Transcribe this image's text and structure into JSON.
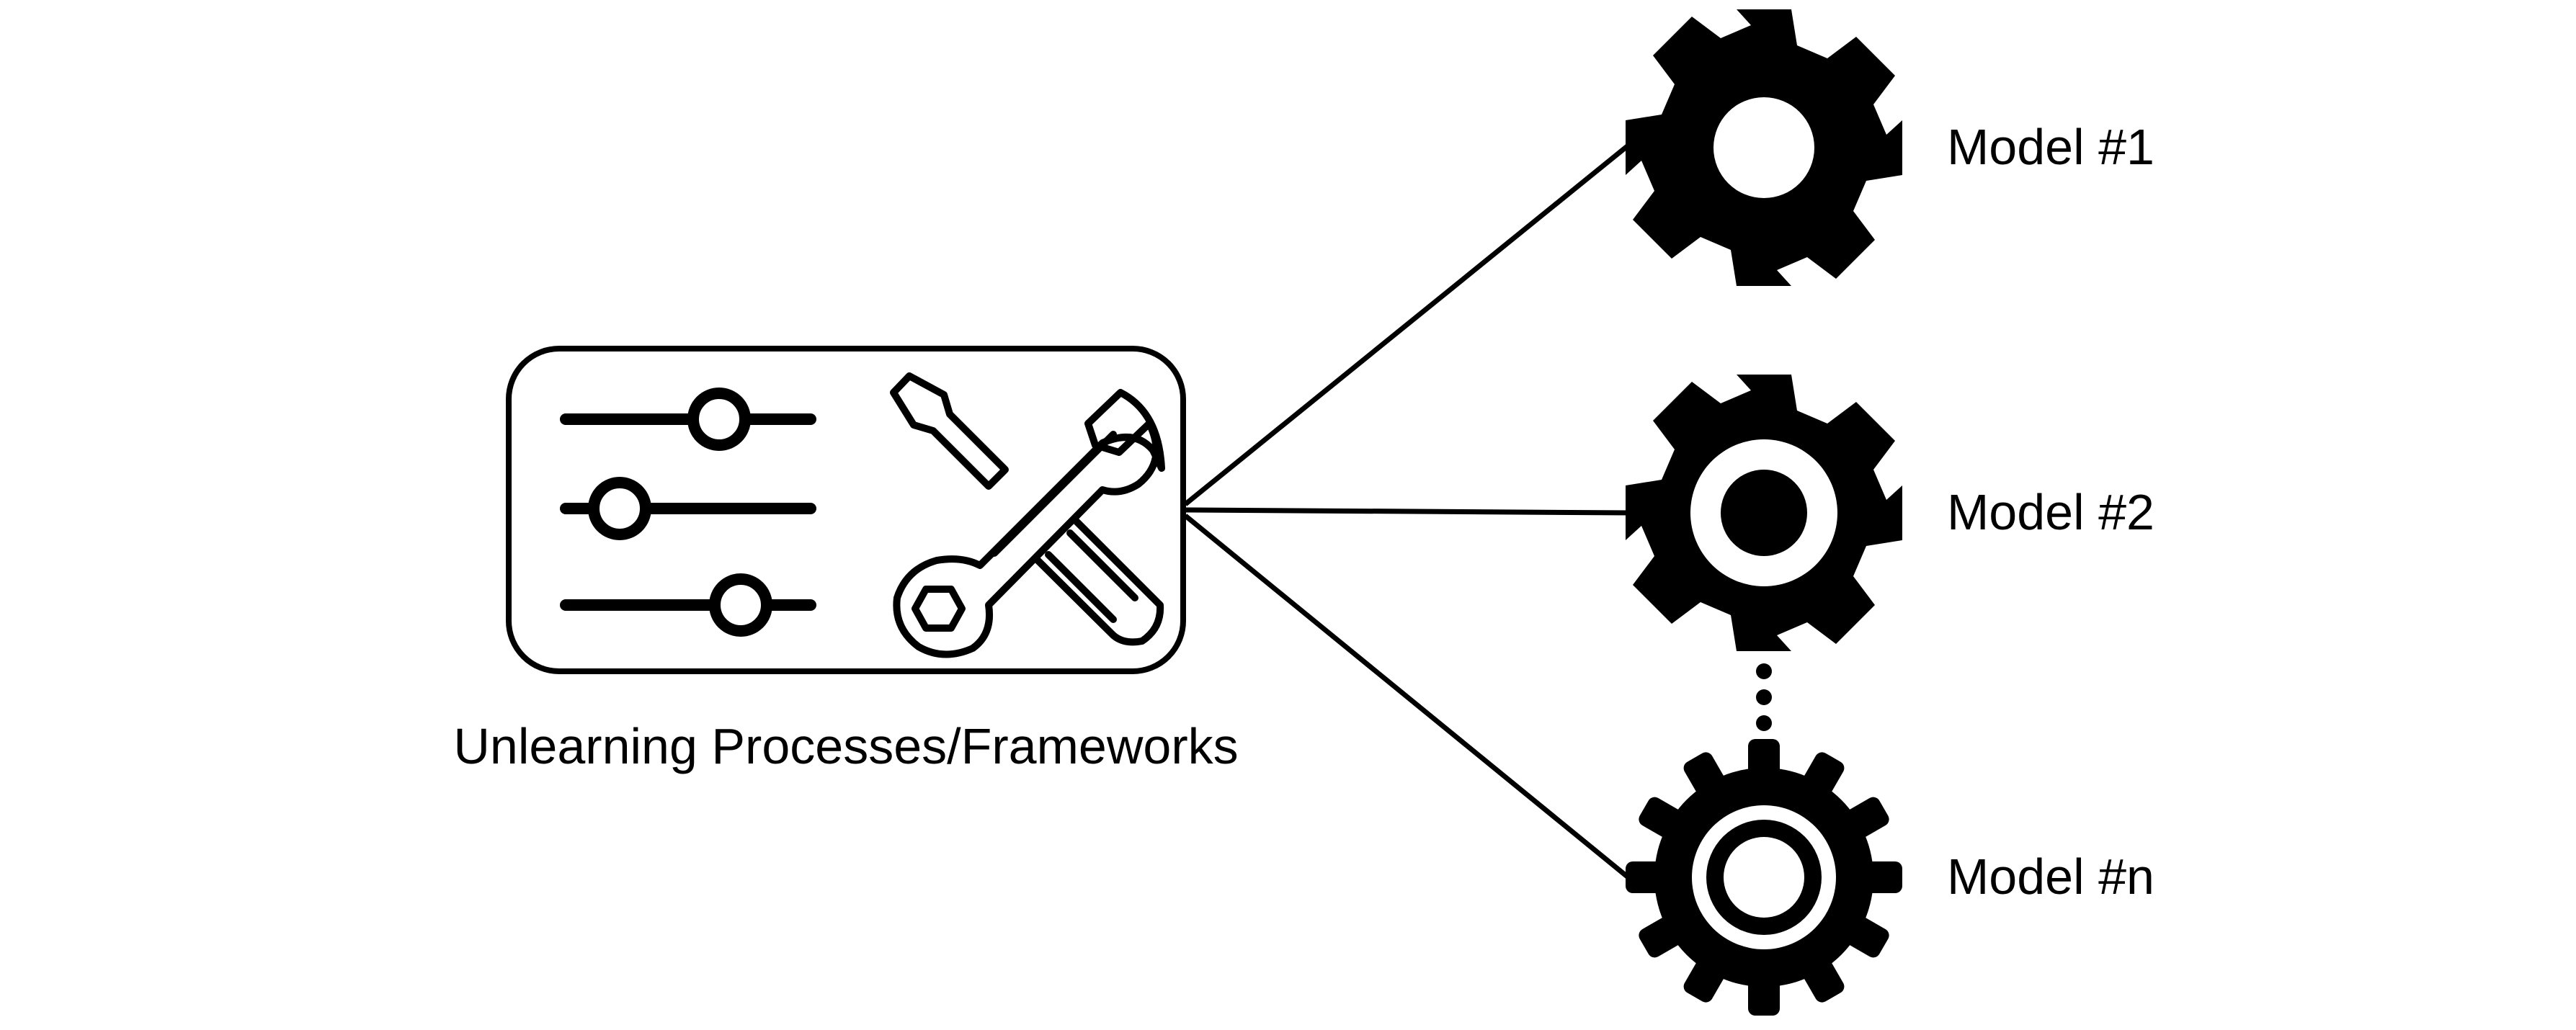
{
  "diagram": {
    "source_label": "Unlearning Processes/Frameworks",
    "source_icon": "sliders-and-tools-icon",
    "targets": [
      {
        "label": "Model #1",
        "icon": "gear-solid-ring-icon"
      },
      {
        "label": "Model #2",
        "icon": "gear-dot-center-icon"
      },
      {
        "label": "Model #n",
        "icon": "gear-double-ring-icon"
      }
    ],
    "ellipsis_icon": "vertical-dots-icon",
    "colors": {
      "stroke": "#000000",
      "fill": "#000000",
      "background": "#ffffff"
    }
  }
}
